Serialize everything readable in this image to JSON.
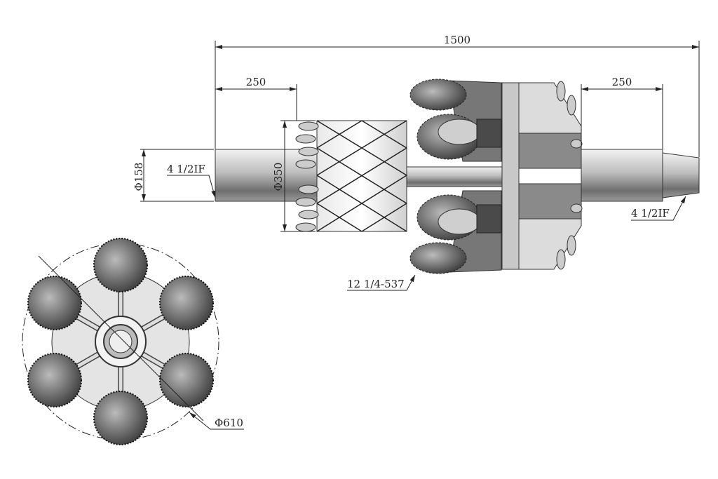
{
  "drawing": {
    "dimensions": {
      "overall_length": "1500",
      "left_shaft_length": "250",
      "right_shaft_length": "250",
      "shaft_diameter": "Φ158",
      "drum_diameter": "Φ350",
      "cutter_diameter": "Φ610"
    },
    "callouts": {
      "left_thread": "4 1/2IF",
      "right_thread": "4 1/2IF",
      "cutter_spec": "12 1/4-537"
    },
    "colors": {
      "line": "#222222",
      "steel_dark": "#555555",
      "steel_light": "#d8d8d8"
    }
  }
}
